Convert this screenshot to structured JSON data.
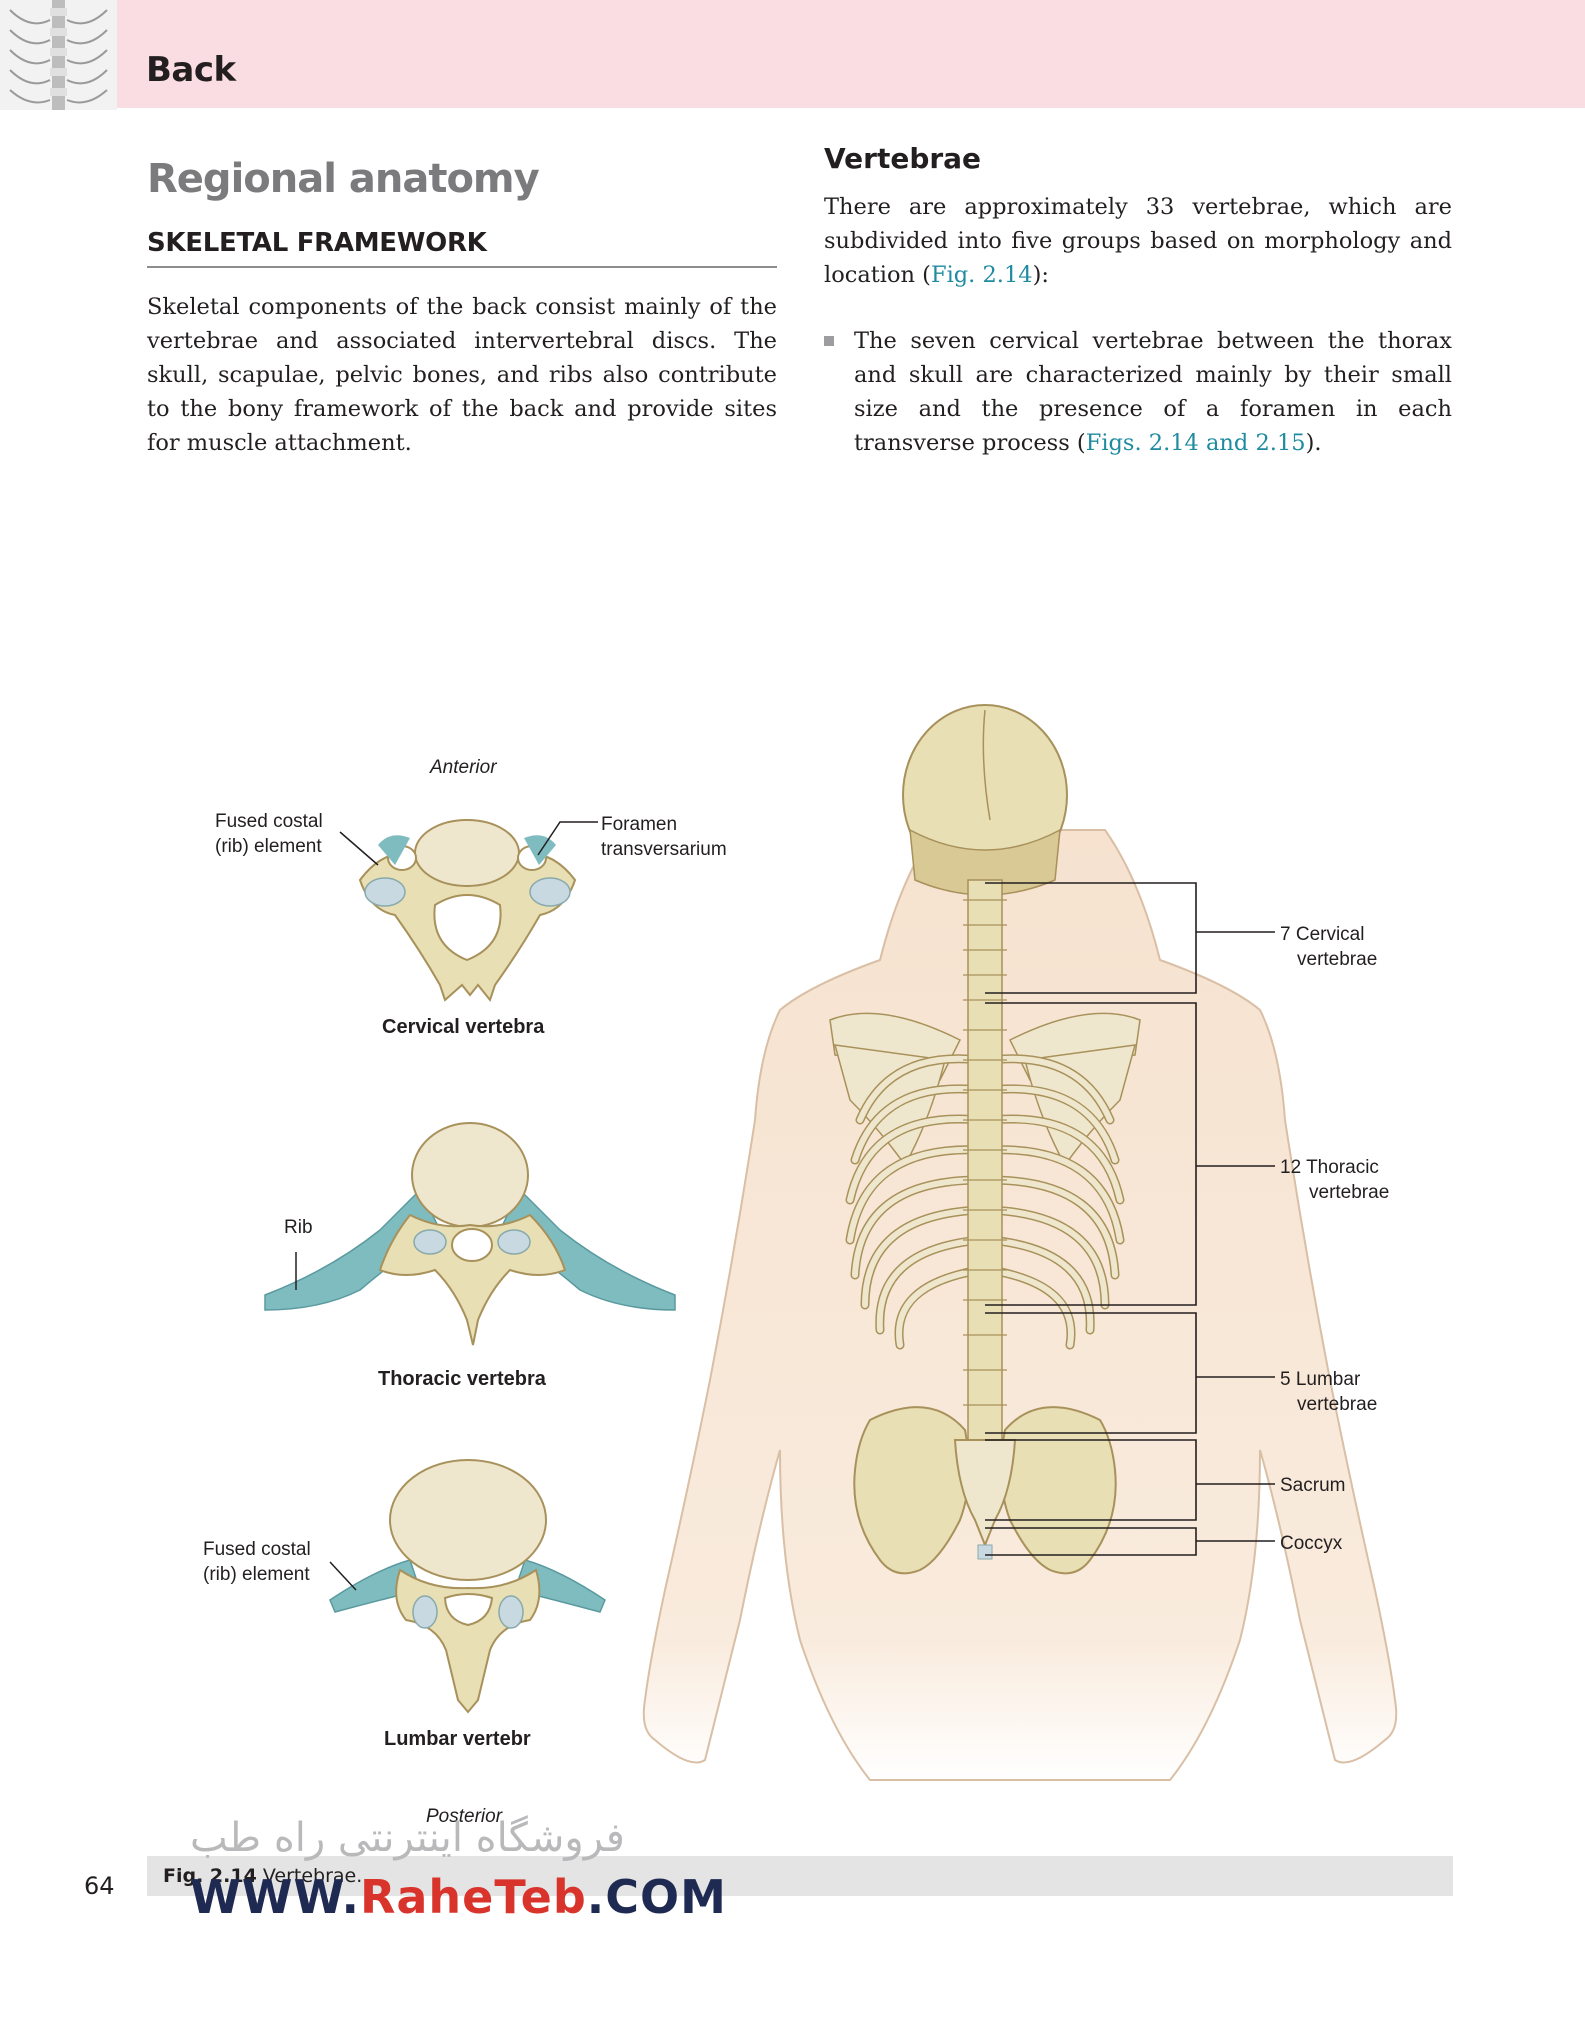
{
  "header": {
    "chapter_title": "Back"
  },
  "left_column": {
    "section_title": "Regional anatomy",
    "subsection_title": "SKELETAL FRAMEWORK",
    "paragraph": "Skeletal components of the back consist mainly of the vertebrae and associated intervertebral discs. The skull, scapulae, pelvic bones, and ribs also contribute to the bony framework of the back and provide sites for muscle attachment."
  },
  "right_column": {
    "title": "Vertebrae",
    "intro_text": "There are approximately 33 vertebrae, which are subdivided into five groups based on morphology and location (",
    "intro_link": "Fig. 2.14",
    "intro_end": "):",
    "bullet_text": "The seven cervical vertebrae between the thorax and skull are characterized mainly by their small size and the presence of a foramen in each transverse process (",
    "bullet_link": "Figs. 2.14 and 2.15",
    "bullet_end": ")."
  },
  "figure": {
    "anterior_label": "Anterior",
    "posterior_label": "Posterior",
    "fused_costal_top_1": "Fused costal",
    "fused_costal_top_2": "(rib) element",
    "foramen_1": "Foramen",
    "foramen_2": "transversarium",
    "cervical_vertebra": "Cervical vertebra",
    "rib": "Rib",
    "thoracic_vertebra": "Thoracic vertebra",
    "fused_costal_bottom_1": "Fused costal",
    "fused_costal_bottom_2": "(rib) element",
    "lumbar_vertebra": "Lumbar vertebr",
    "cervical_group_1": "7 Cervical",
    "cervical_group_2": "vertebrae",
    "thoracic_group_1": "12 Thoracic",
    "thoracic_group_2": "vertebrae",
    "lumbar_group_1": "5 Lumbar",
    "lumbar_group_2": "vertebrae",
    "sacrum": "Sacrum",
    "coccyx": "Coccyx"
  },
  "caption": {
    "number": "Fig. 2.14",
    "text": "Vertebrae."
  },
  "page_number": "64",
  "watermark": {
    "persian": "فروشگاه اینترنتی راه طب",
    "url_prefix": "WWW.",
    "url_brand": "RaheTeb",
    "url_suffix": ".COM"
  },
  "colors": {
    "header_band": "#fadde3",
    "link": "#1f8ba0",
    "bone": "#e8dfb5",
    "cartilage": "#7fbcc0",
    "skin": "#f6e2cf"
  }
}
